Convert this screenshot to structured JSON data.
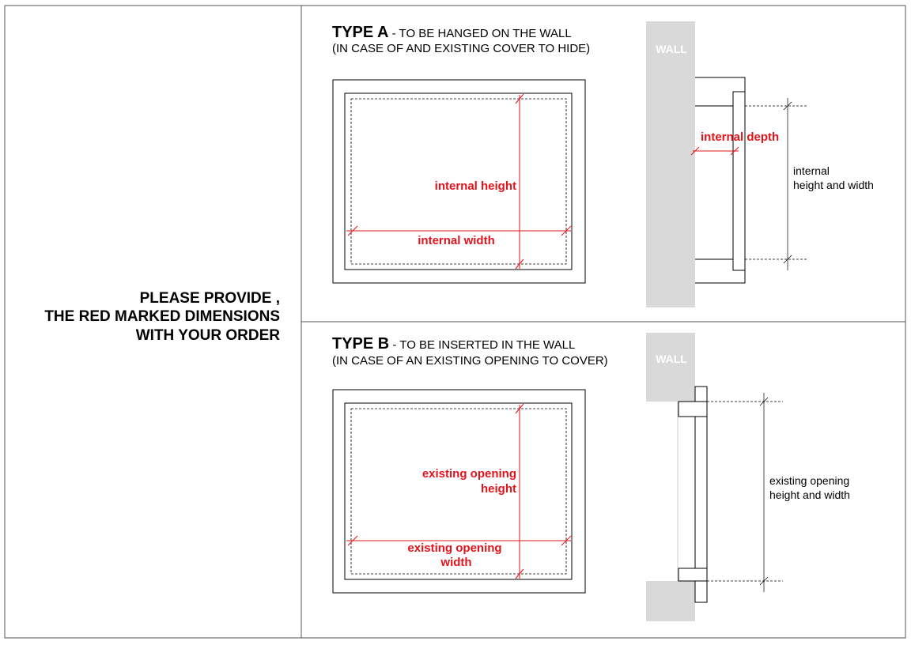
{
  "left_panel": {
    "instruction_lines": [
      "PLEASE PROVIDE ,",
      "THE RED MARKED DIMENSIONS",
      "WITH YOUR ORDER"
    ]
  },
  "type_a": {
    "title_bold": "TYPE A",
    "title_rest": " - TO BE HANGED ON THE WALL",
    "subtitle": "(IN CASE OF AND EXISTING COVER TO HIDE)",
    "height_label": "internal height",
    "width_label": "internal width",
    "wall_label": "WALL",
    "depth_label": "internal depth",
    "side_label_lines": [
      "internal",
      "height and width"
    ]
  },
  "type_b": {
    "title_bold": "TYPE B",
    "title_rest": " - TO BE INSERTED IN THE WALL",
    "subtitle": "(IN CASE OF AN EXISTING OPENING TO COVER)",
    "height_label_lines": [
      "existing opening",
      "height"
    ],
    "width_label_lines": [
      "existing opening",
      "width"
    ],
    "wall_label": "WALL",
    "side_label_lines": [
      "existing opening",
      "height and width"
    ]
  },
  "colors": {
    "red": "#e3131b",
    "wall_gray": "#d9d9d9",
    "line": "#000000",
    "border": "#555555"
  }
}
